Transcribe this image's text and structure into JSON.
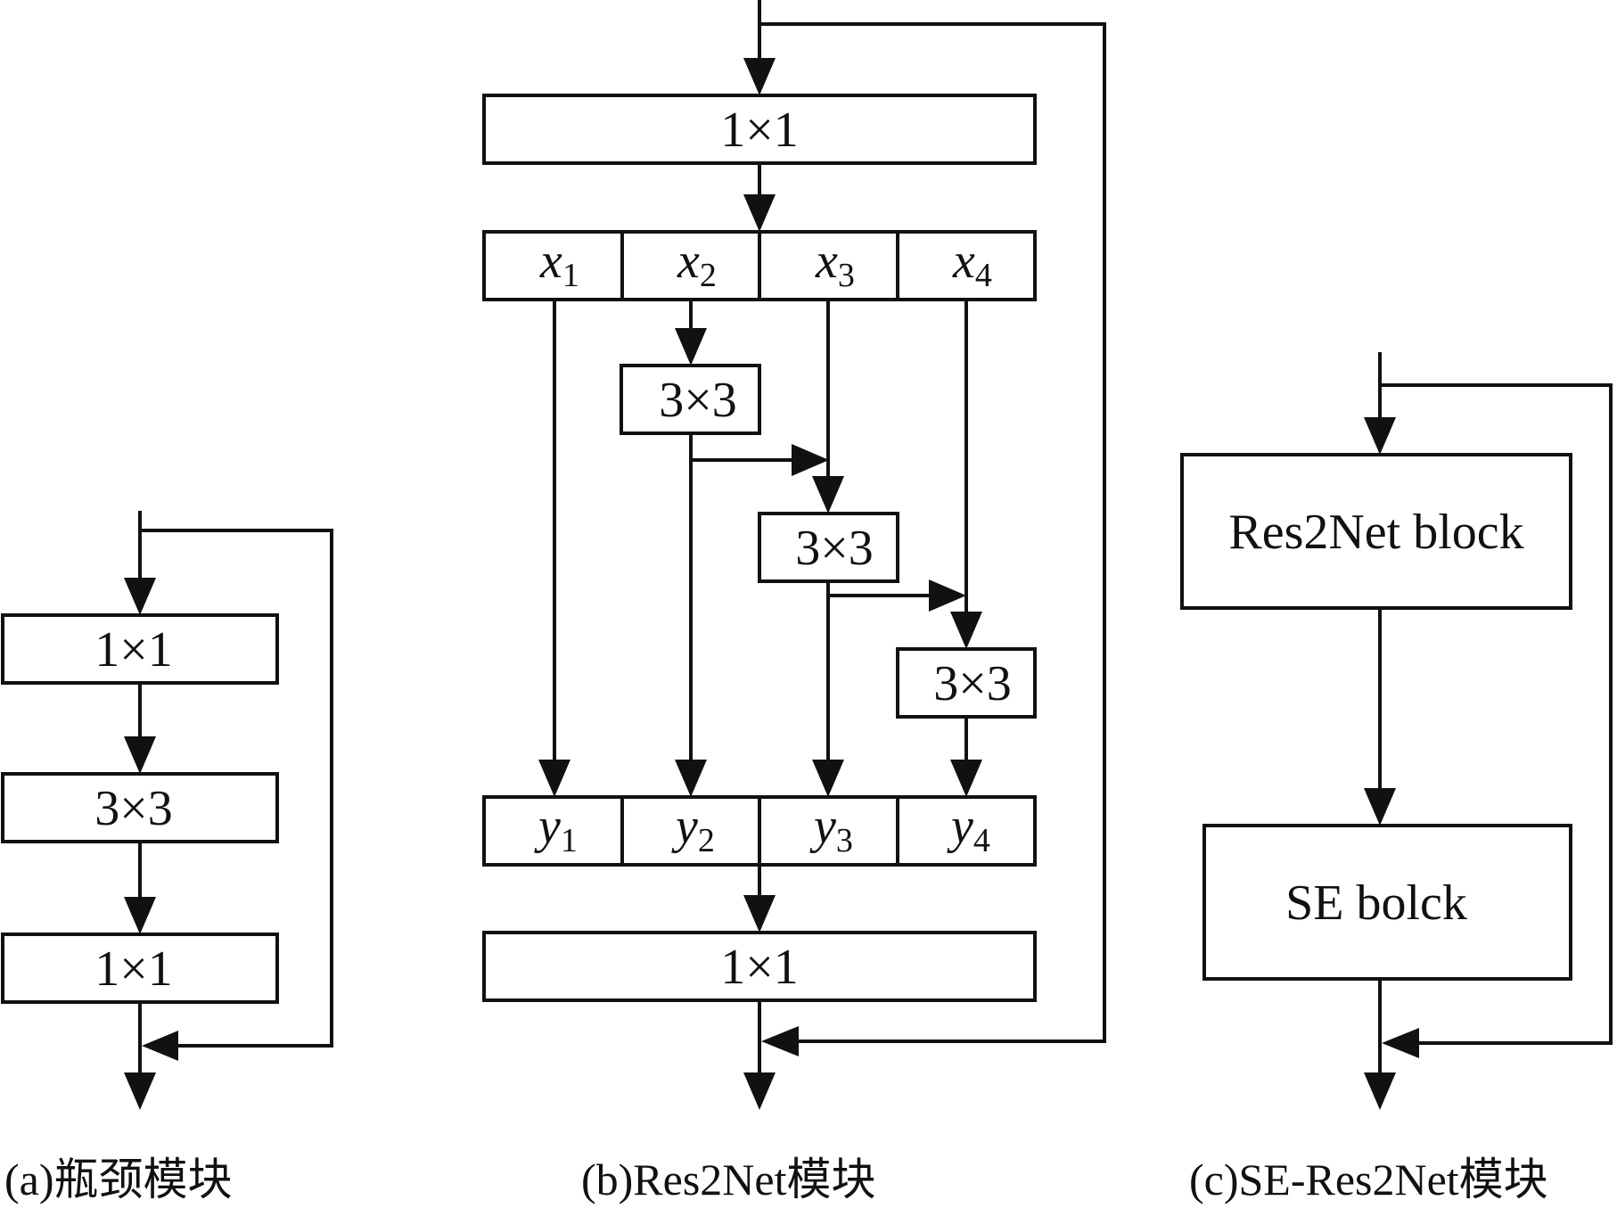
{
  "panel_a": {
    "boxes": [
      "1×1",
      "3×3",
      "1×1"
    ],
    "caption": "(a)瓶颈模块"
  },
  "panel_b": {
    "top_box": "1×1",
    "splits": [
      {
        "var": "x",
        "sub": "1"
      },
      {
        "var": "x",
        "sub": "2"
      },
      {
        "var": "x",
        "sub": "3"
      },
      {
        "var": "x",
        "sub": "4"
      }
    ],
    "convs": [
      "3×3",
      "3×3",
      "3×3"
    ],
    "outputs": [
      {
        "var": "y",
        "sub": "1"
      },
      {
        "var": "y",
        "sub": "2"
      },
      {
        "var": "y",
        "sub": "3"
      },
      {
        "var": "y",
        "sub": "4"
      }
    ],
    "bottom_box": "1×1",
    "caption": "(b)Res2Net模块"
  },
  "panel_c": {
    "boxes": [
      "Res2Net block",
      "SE bolck"
    ],
    "caption": "(c)SE-Res2Net模块"
  }
}
